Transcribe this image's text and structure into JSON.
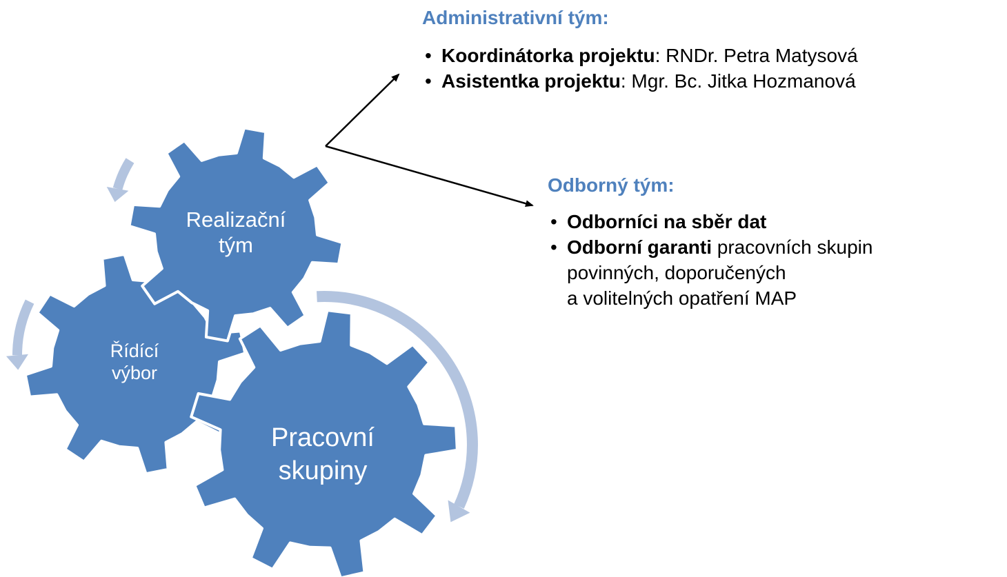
{
  "gears": {
    "realizacni": {
      "line1": "Realizační",
      "line2": "tým"
    },
    "ridici": {
      "line1": "Řídící",
      "line2": "výbor"
    },
    "pracovni": {
      "line1": "Pracovní",
      "line2": "skupiny"
    }
  },
  "admin_team": {
    "heading": "Administrativní tým:",
    "items": [
      {
        "role": "Koordinátorka projektu",
        "sep": ": ",
        "name": "RNDr. Petra Matysová"
      },
      {
        "role": "Asistentka projektu",
        "sep": ": ",
        "name": "Mgr. Bc. Jitka Hozmanová"
      }
    ]
  },
  "expert_team": {
    "heading": "Odborný tým:",
    "items": [
      {
        "bold": "Odborníci na sběr dat"
      },
      {
        "bold": "Odborní garanti",
        "rest": " pracovních skupin",
        "line2": "povinných, doporučených",
        "line3": "a volitelných opatření MAP"
      }
    ]
  },
  "bullet": "•",
  "colors": {
    "gear_fill": "#4f81bd",
    "gear_stroke": "#ffffff",
    "cycle_arrow": "#b3c4df",
    "heading": "#4f81bd",
    "connector": "#000000"
  }
}
